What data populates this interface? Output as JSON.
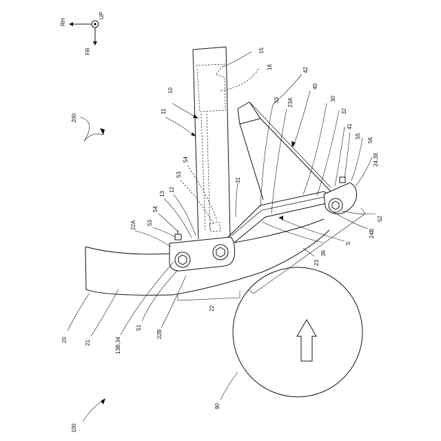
{
  "orientation": {
    "rh": "RH",
    "up": "UP",
    "fr": "FR"
  },
  "labels": {
    "l100": "100",
    "l200": "200",
    "l20": "20",
    "l21": "21",
    "l13b34": "13B,34",
    "l51": "51",
    "l22b": "22B",
    "l22": "22",
    "l90": "90",
    "l22a": "22A",
    "l53a": "53",
    "l54a": "54",
    "l13": "13",
    "l12": "12",
    "l53b": "53",
    "l54b": "54",
    "l11": "11",
    "l10": "10",
    "l15": "15",
    "l16": "16",
    "l31": "31",
    "l33": "33",
    "l23a": "23A",
    "l42": "42",
    "l40": "40",
    "l30": "30",
    "l32": "32",
    "l41": "41",
    "l55": "55",
    "l56": "56",
    "l2438": "24,38",
    "l52": "52",
    "l24b": "24B",
    "ls": "S",
    "l36": "36",
    "l23": "23"
  }
}
